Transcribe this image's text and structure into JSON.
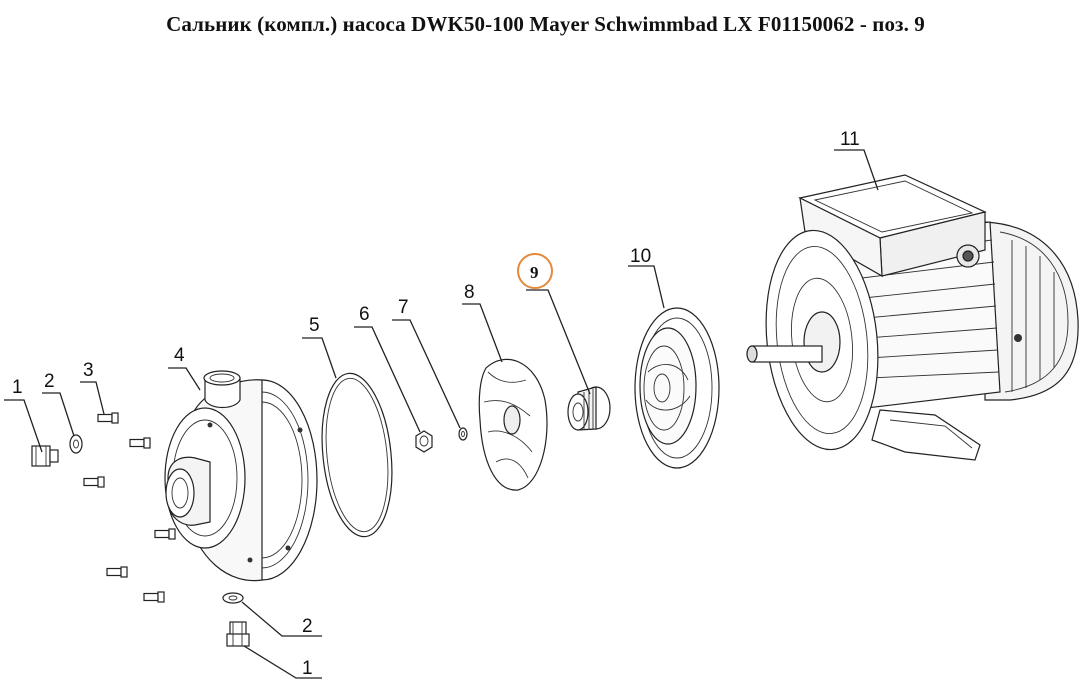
{
  "title": "Сальник (компл.) насоса DWK50-100 Mayer Schwimmbad LX F01150062 - поз. 9",
  "highlight_color": "#e38a3c",
  "callouts": {
    "c1_top": "1",
    "c2_top": "2",
    "c3": "3",
    "c4": "4",
    "c5": "5",
    "c6": "6",
    "c7": "7",
    "c8": "8",
    "c9": "9",
    "c10": "10",
    "c11": "11",
    "c2_bottom": "2",
    "c1_bottom": "1"
  },
  "parts": [
    {
      "id": "1",
      "icon": "plug-bolt-icon"
    },
    {
      "id": "2",
      "icon": "washer-icon"
    },
    {
      "id": "3",
      "icon": "screw-icon"
    },
    {
      "id": "4",
      "icon": "pump-casing-icon"
    },
    {
      "id": "5",
      "icon": "o-ring-icon"
    },
    {
      "id": "6",
      "icon": "nut-icon"
    },
    {
      "id": "7",
      "icon": "small-washer-icon"
    },
    {
      "id": "8",
      "icon": "impeller-icon"
    },
    {
      "id": "9",
      "icon": "mechanical-seal-icon"
    },
    {
      "id": "10",
      "icon": "seal-plate-icon"
    },
    {
      "id": "11",
      "icon": "motor-icon"
    }
  ]
}
